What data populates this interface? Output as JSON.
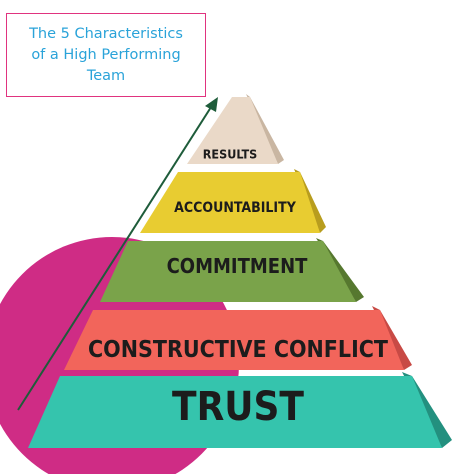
{
  "title": {
    "line1": "The 5 Characteristics",
    "line2": "of a High Performing",
    "line3": "Team"
  },
  "pyramid": {
    "levels": [
      {
        "label": "RESULTS",
        "color": "#ead9c8",
        "shade": "#c9b6a2"
      },
      {
        "label": "ACCOUNTABILITY",
        "color": "#e8cc31",
        "shade": "#b89d1e"
      },
      {
        "label": "COMMITMENT",
        "color": "#7aa34a",
        "shade": "#56782f"
      },
      {
        "label": "CONSTRUCTIVE CONFLICT",
        "color": "#f2655b",
        "shade": "#c84a45"
      },
      {
        "label": "TRUST",
        "color": "#35c4ad",
        "shade": "#23907f"
      }
    ]
  },
  "colors": {
    "background_circle": "#cf2c85",
    "arrow": "#1e5c3a",
    "title_border": "#e0337f",
    "title_text": "#2aa3d9"
  }
}
